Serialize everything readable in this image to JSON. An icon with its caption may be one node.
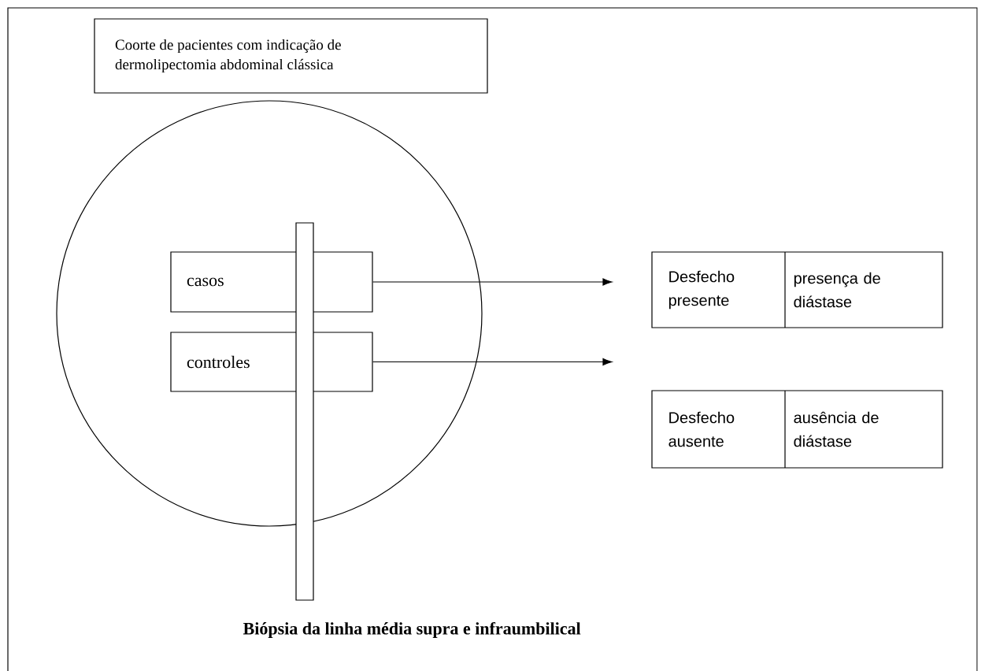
{
  "diagram": {
    "nodes": [
      {
        "text": [
          "Coorte de pacientes com indicação de dermolipectomia abdominal clássica"
        ]
      },
      {
        "text": [],
        "shape": "circle"
      },
      {
        "text": [],
        "shape": "bar"
      },
      {
        "text": [
          "casos"
        ],
        "in": 1
      },
      {
        "text": [
          "controles"
        ],
        "in": 1
      },
      {
        "text": [
          "Desfecho presente",
          "presença de diástase"
        ]
      },
      {
        "text": [
          "Desfecho ausente",
          "ausência de diástase"
        ]
      }
    ],
    "edges": [
      {
        "from": 3,
        "to": 5,
        "arrow": "to"
      },
      {
        "from": 4,
        "to": 6,
        "arrow": "to"
      }
    ],
    "labels": [
      "Biópsia da linha média supra e infraumbilical"
    ]
  }
}
